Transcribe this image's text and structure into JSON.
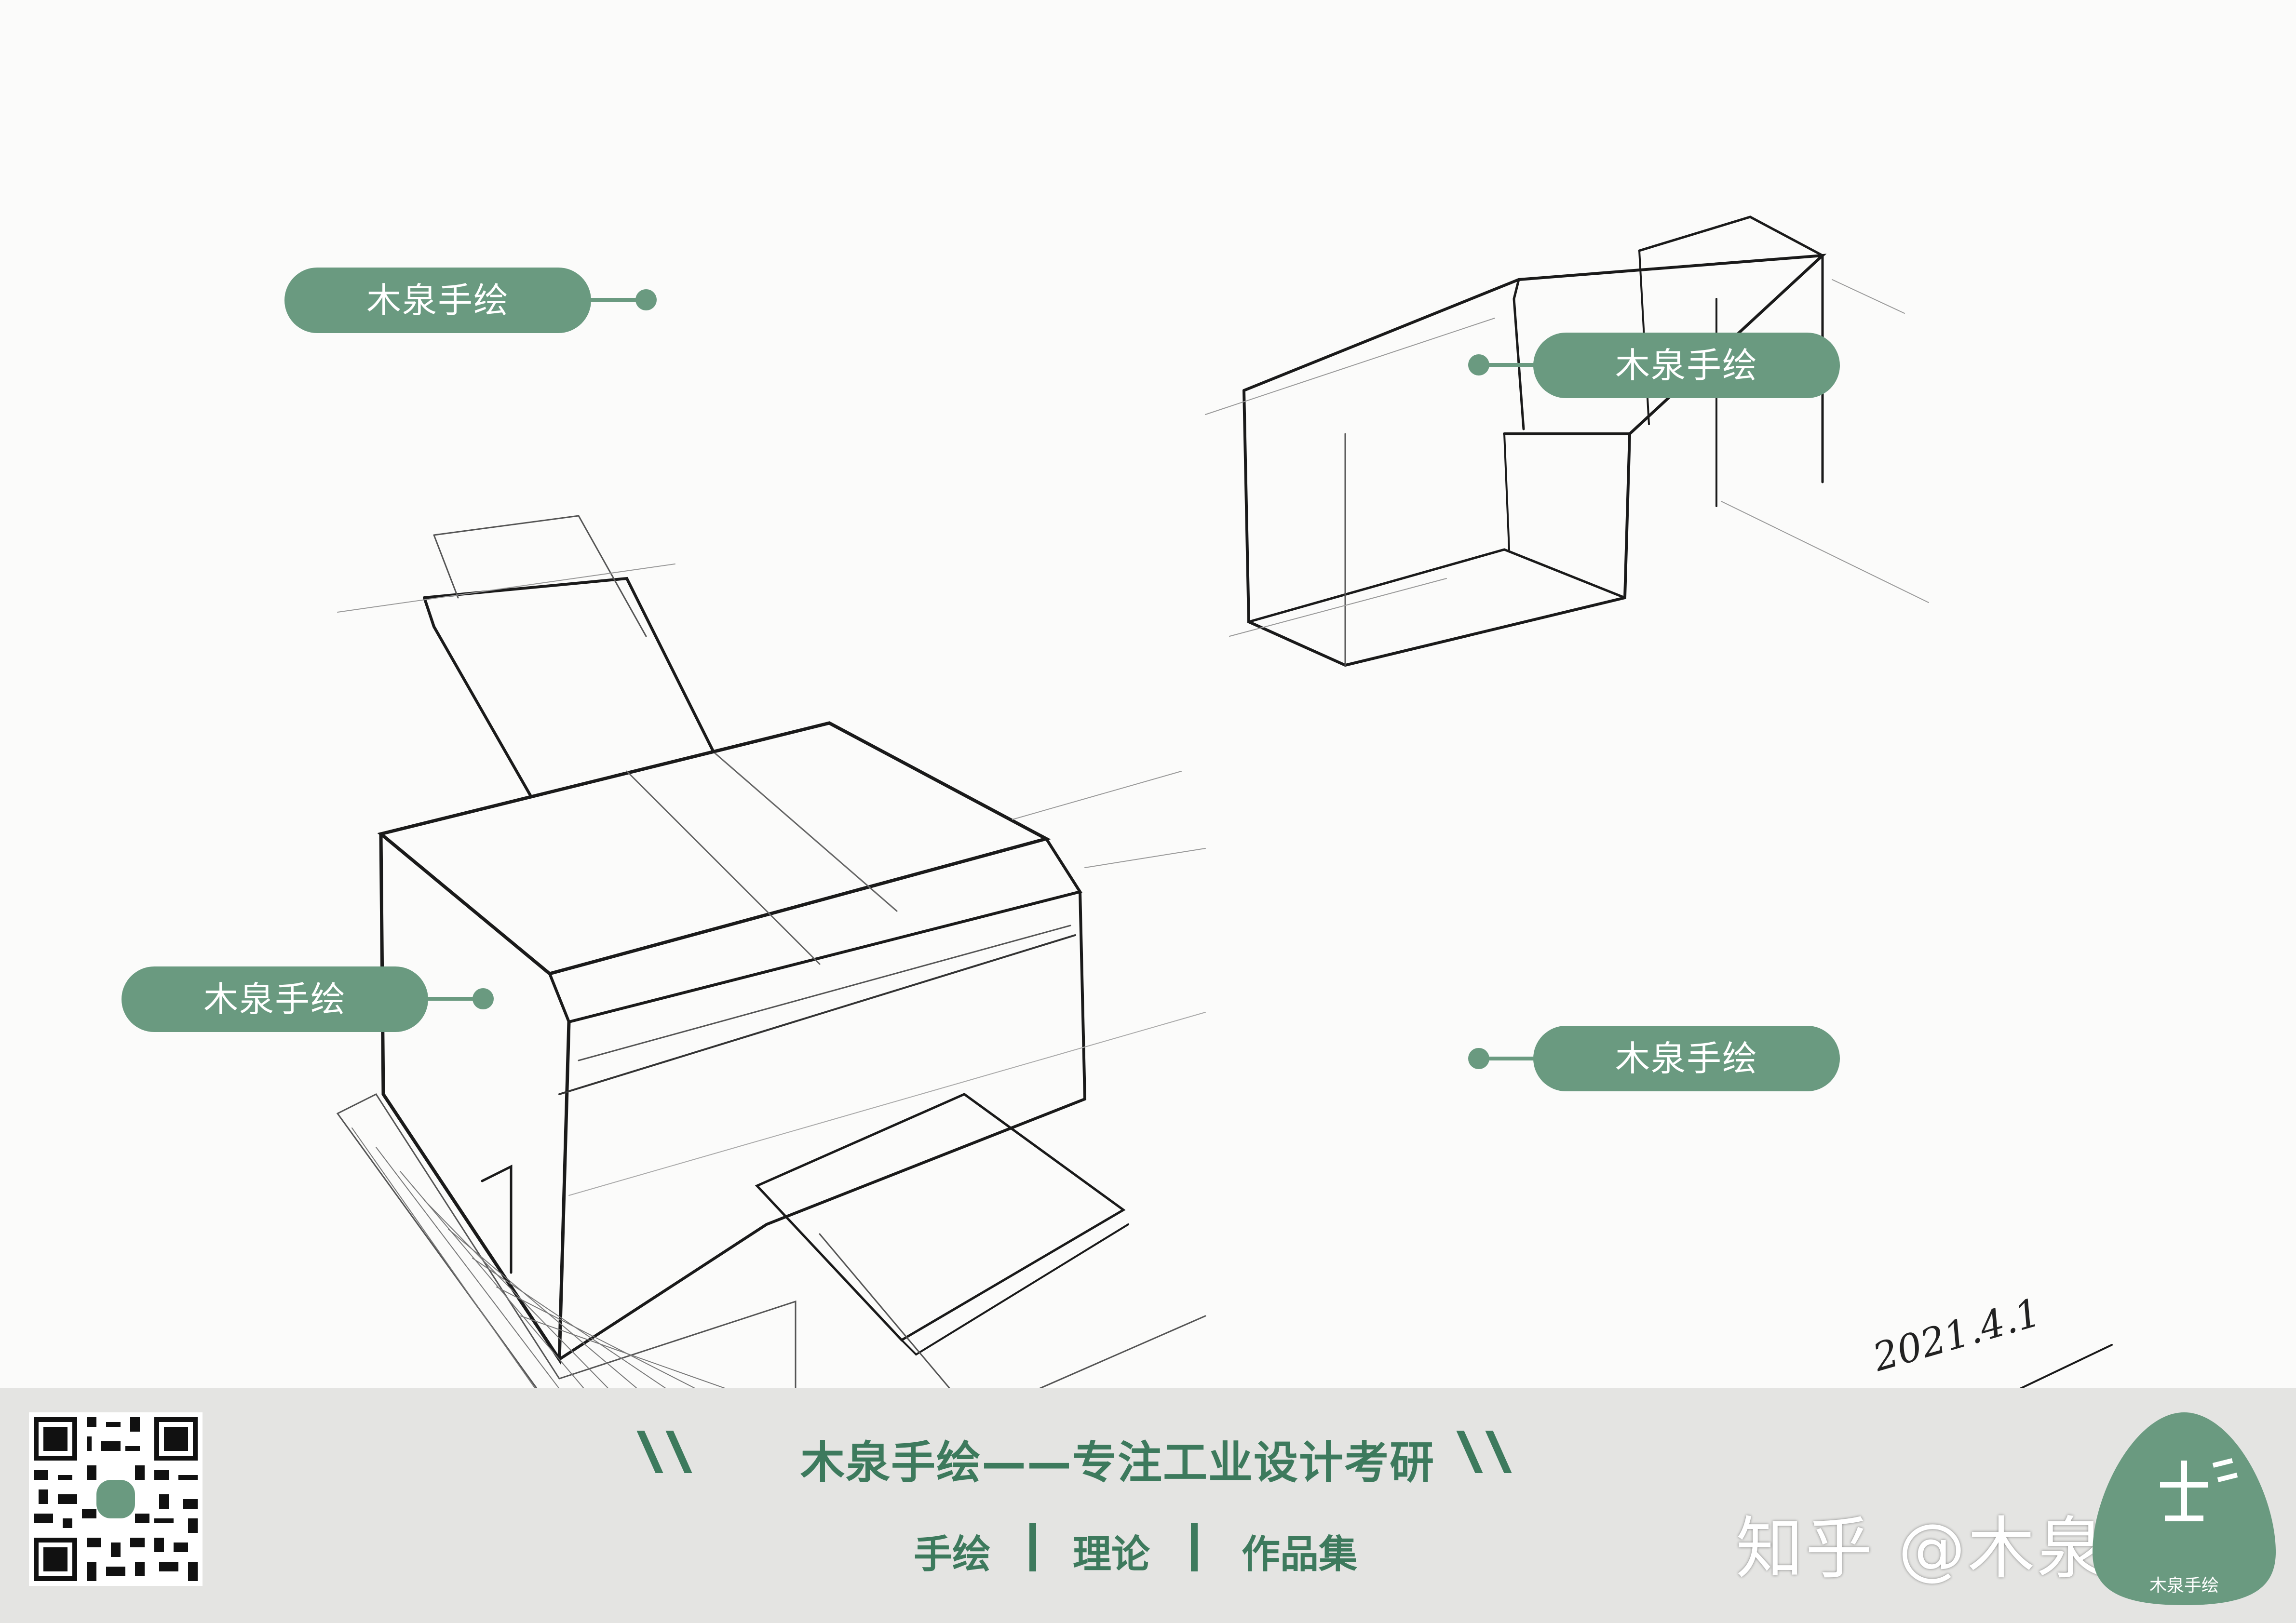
{
  "watermark_label": "木泉手绘",
  "tags": [
    {
      "label": "木泉手绘"
    },
    {
      "label": "木泉手绘"
    },
    {
      "label": "木泉手绘"
    },
    {
      "label": "木泉手绘"
    }
  ],
  "date_text": "2021.4.1",
  "footer": {
    "slogan": "木泉手绘——专注工业设计考研",
    "nav_items": [
      "手绘",
      "理论",
      "作品集"
    ]
  },
  "zhihu_credit": "知乎 @木泉手绘",
  "logo_text": "木泉手绘",
  "colors": {
    "tag_green": "#6a9a80",
    "brand_green": "#3d7a5d",
    "footer_bg": "#e4e4e2"
  }
}
